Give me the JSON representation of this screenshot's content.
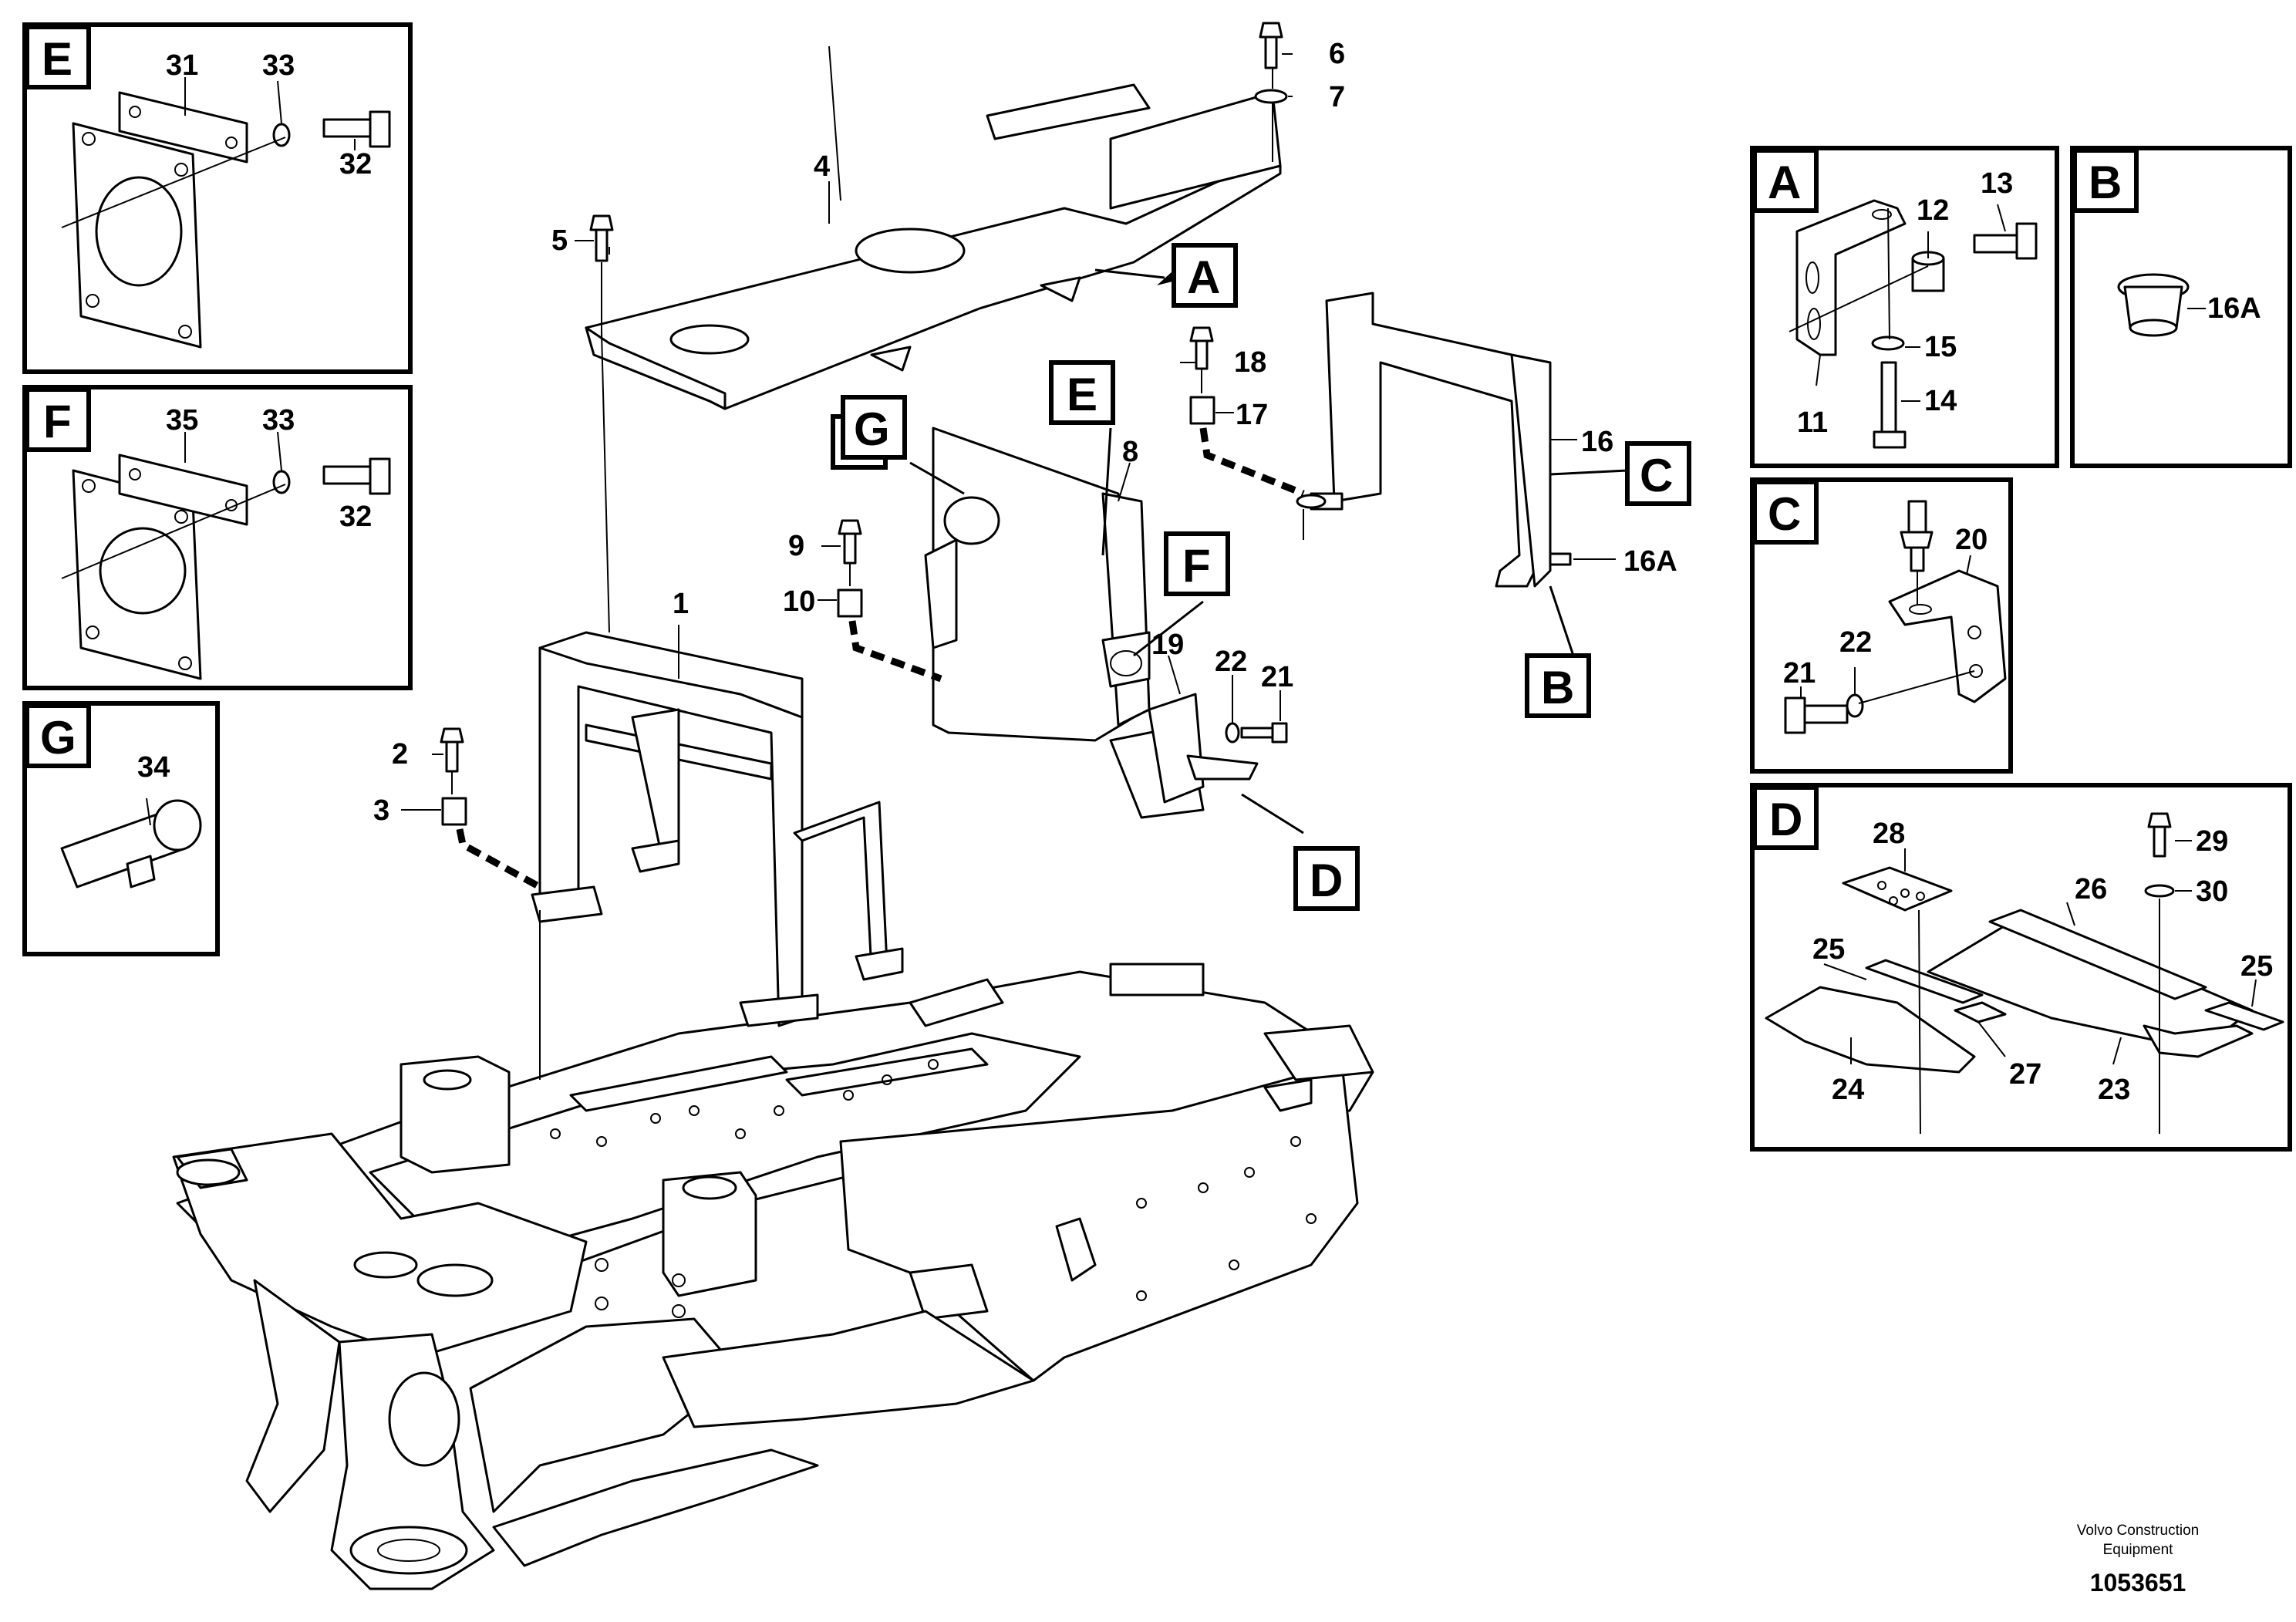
{
  "callouts": {
    "c1": "1",
    "c2": "2",
    "c3": "3",
    "c4": "4",
    "c5": "5",
    "c6": "6",
    "c7": "7",
    "c8": "8",
    "c9": "9",
    "c10": "10",
    "c16": "16",
    "c16a": "16A",
    "c17": "17",
    "c18": "18",
    "c19": "19",
    "c21": "21",
    "c22": "22"
  },
  "view_letters": {
    "A": "A",
    "B": "B",
    "C": "C",
    "D": "D",
    "E": "E",
    "F": "F",
    "G": "G"
  },
  "detail_E": {
    "letter": "E",
    "n31": "31",
    "n33": "33",
    "n32": "32"
  },
  "detail_F": {
    "letter": "F",
    "n35": "35",
    "n33": "33",
    "n32": "32"
  },
  "detail_G": {
    "letter": "G",
    "n34": "34"
  },
  "detail_A": {
    "letter": "A",
    "n11": "11",
    "n12": "12",
    "n13": "13",
    "n14": "14",
    "n15": "15"
  },
  "detail_B": {
    "letter": "B",
    "n16a": "16A"
  },
  "detail_C": {
    "letter": "C",
    "n20": "20",
    "n21": "21",
    "n22": "22"
  },
  "detail_D": {
    "letter": "D",
    "n23": "23",
    "n24": "24",
    "n25a": "25",
    "n25b": "25",
    "n26": "26",
    "n27": "27",
    "n28": "28",
    "n29": "29",
    "n30": "30"
  },
  "footer": {
    "company_line1": "Volvo Construction",
    "company_line2": "Equipment",
    "doc_number": "1053651"
  }
}
